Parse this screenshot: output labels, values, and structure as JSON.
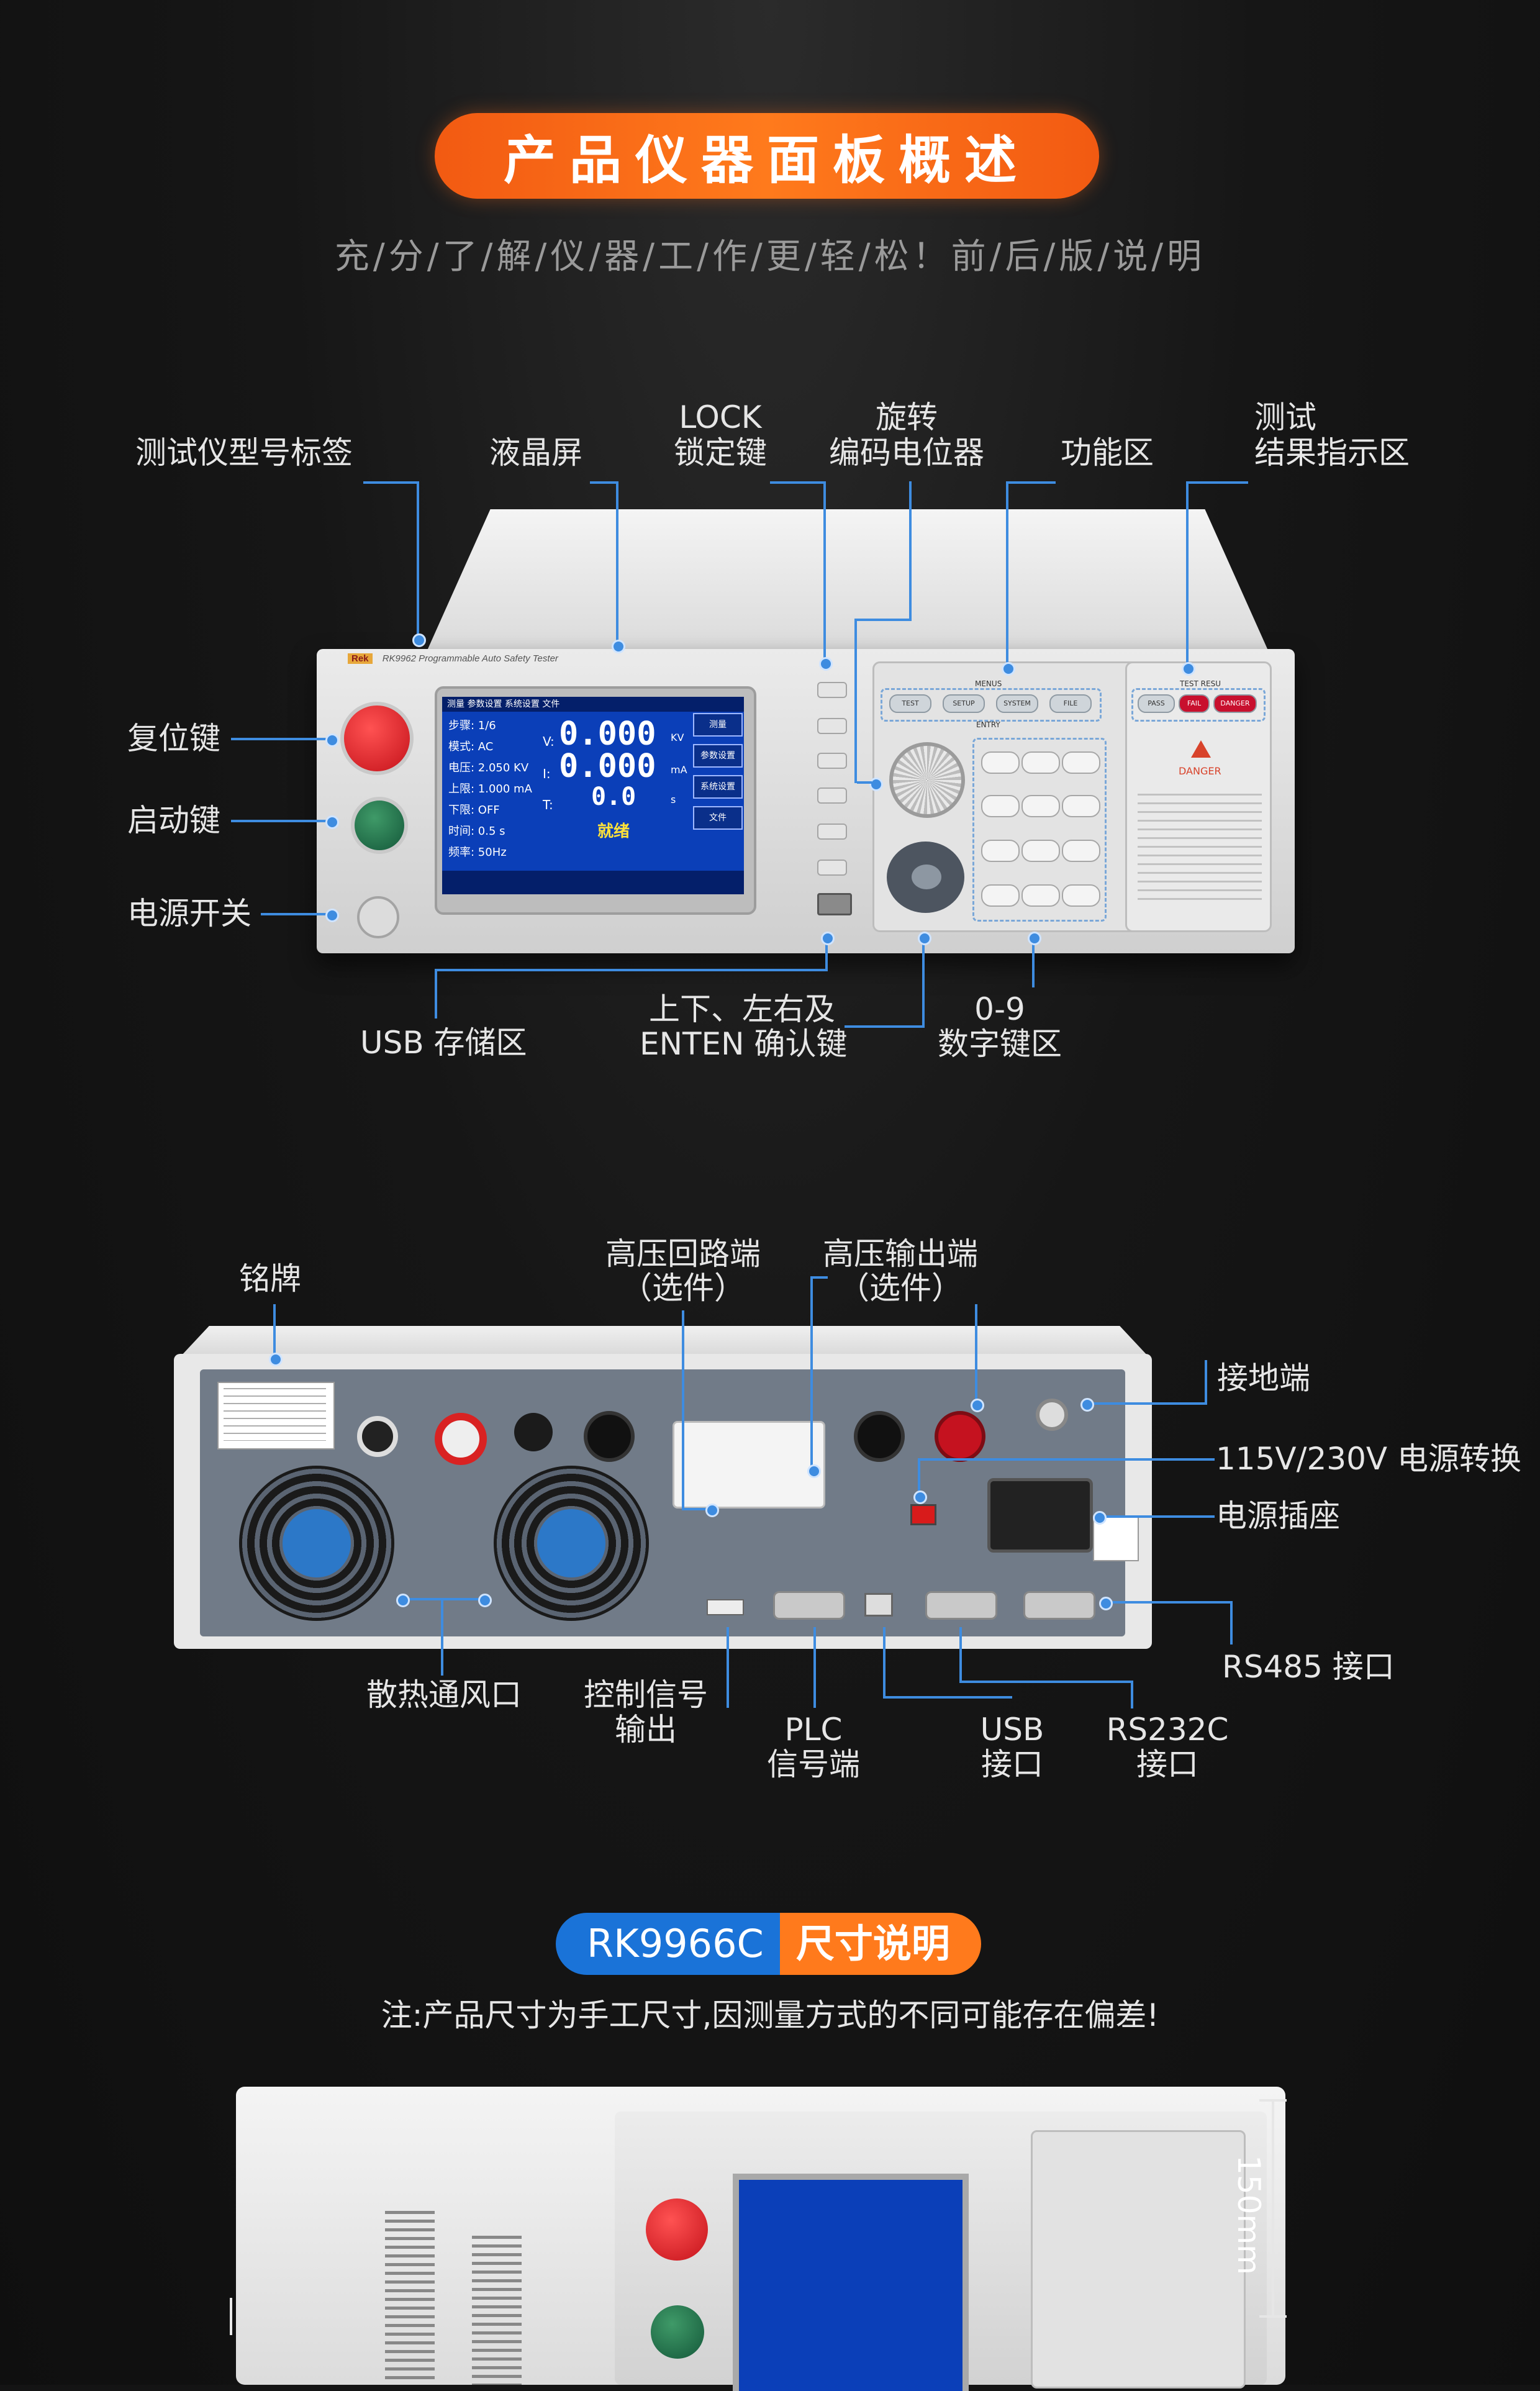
{
  "header": {
    "title": "产品仪器面板概述",
    "subtitle": "充/分/了/解/仪/器/工/作/更/轻/松！前/后/版/说/明"
  },
  "front_labels": {
    "model_tag": "测试仪型号标签",
    "lcd": "液晶屏",
    "lock_1": "LOCK",
    "lock_2": "锁定键",
    "encoder_1": "旋转",
    "encoder_2": "编码电位器",
    "function": "功能区",
    "result_1": "测试",
    "result_2": "结果指示区",
    "reset": "复位键",
    "start": "启动键",
    "power": "电源开关",
    "usb": "USB 存储区",
    "nav_1": "上下、左右及",
    "nav_2": "ENTEN 确认键",
    "num_1": "0-9",
    "num_2": "数字键区"
  },
  "device": {
    "brand": "Rek",
    "model_line": "RK9962   Programmable Auto Safety Tester",
    "screen": {
      "tabs": "测量  参数设置  系统设置  文件",
      "rows": [
        "步骤: 1/6",
        "模式: AC",
        "电压: 2.050 KV",
        "上限: 1.000 mA",
        "下限: OFF",
        "时间: 0.5 s",
        "频率: 50Hz"
      ],
      "v_label": "V:",
      "v_value": "0.000",
      "v_unit": "KV",
      "i_label": "I:",
      "i_value": "0.000",
      "i_unit": "mA",
      "t_label": "T:",
      "t_value": "0.0",
      "t_unit": "s",
      "status": "就绪",
      "side": [
        "测量",
        "参数设置",
        "系统设置",
        "文件"
      ]
    },
    "menus_title": "MENUS",
    "menus": [
      "TEST",
      "SETUP",
      "SYSTEM",
      "FILE"
    ],
    "entry_title": "ENTRY",
    "result_title": "TEST RESU",
    "results": [
      "PASS",
      "FAIL",
      "DANGER"
    ],
    "danger": "DANGER"
  },
  "rear_labels": {
    "nameplate": "铭牌",
    "hv_return_1": "高压回路端",
    "hv_return_2": "（选件）",
    "hv_out_1": "高压输出端",
    "hv_out_2": "（选件）",
    "ground": "接地端",
    "voltage_switch": "115V/230V 电源转换",
    "power_socket": "电源插座",
    "rs485": "RS485  接口",
    "fans": "散热通风口",
    "control_1": "控制信号",
    "control_2": "输出",
    "plc_1": "PLC",
    "plc_2": "信号端",
    "usb_1": "USB",
    "usb_2": "接口",
    "rs232_1": "RS232C",
    "rs232_2": "接口"
  },
  "dimension": {
    "model": "RK9966C",
    "section_title": "尺寸说明",
    "note": "注:产品尺寸为手工尺寸,因测量方式的不同可能存在偏差!",
    "height": "150mm"
  },
  "colors": {
    "accent_orange": "#ff7a1c",
    "accent_blue": "#1a73d8",
    "line_blue": "#3e8ce0",
    "screen_blue": "#0b3fb8"
  }
}
